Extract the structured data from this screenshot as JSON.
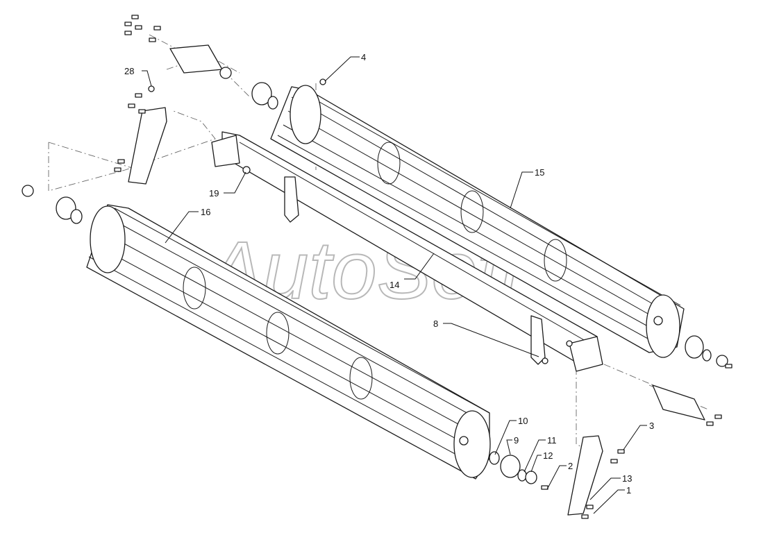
{
  "watermark": "AutoSoft",
  "callouts": {
    "c1": "1",
    "c2": "2",
    "c3": "3",
    "c4": "4",
    "c8": "8",
    "c9": "9",
    "c10": "10",
    "c11": "11",
    "c12": "12",
    "c13": "13",
    "c14": "14",
    "c15": "15",
    "c16": "16",
    "c19": "19",
    "c28": "28"
  }
}
